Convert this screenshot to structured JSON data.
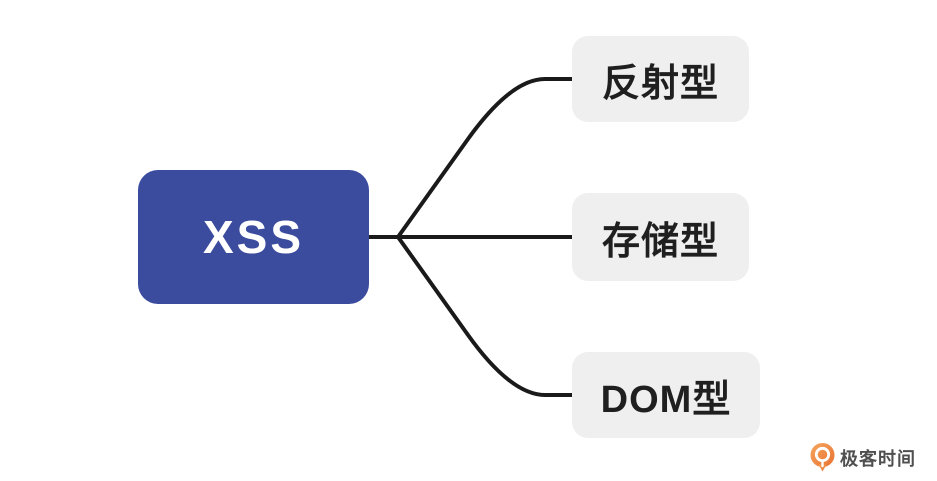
{
  "diagram": {
    "root": {
      "label": "XSS"
    },
    "children": [
      {
        "label": "反射型"
      },
      {
        "label": "存储型"
      },
      {
        "label": "DOM型"
      }
    ]
  },
  "watermark": {
    "brand": "极客时间",
    "icon": "geektime-pin-icon"
  },
  "colors": {
    "root_bg": "#3b4b9e",
    "root_text": "#ffffff",
    "child_bg": "#efefef",
    "child_text": "#1f1f1f",
    "line": "#1a1a1a",
    "brand_orange": "#e8702f",
    "brand_orange_light": "#f5a75f",
    "brand_text": "#4f4f4f",
    "background": "#ffffff"
  }
}
